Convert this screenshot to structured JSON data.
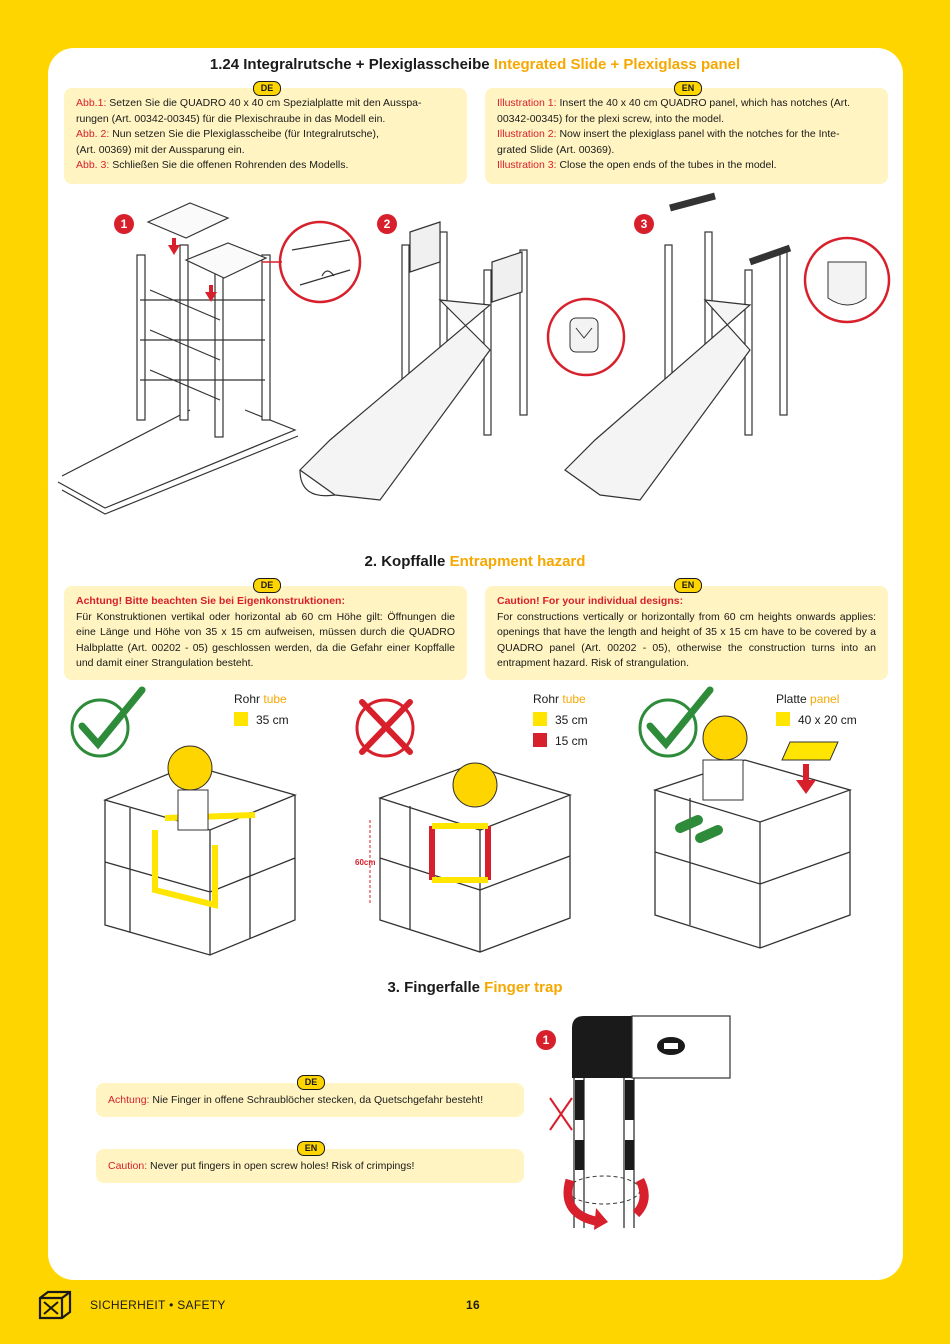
{
  "section1": {
    "title_de": "1.24 Integralrutsche + Plexiglasscheibe",
    "title_en": "Integrated Slide + Plexiglass panel",
    "de_tag": "DE",
    "en_tag": "EN",
    "de_lines": [
      {
        "label": "Abb.1:",
        "text": " Setzen Sie die QUADRO 40 x 40 cm Spezialplatte mit den Ausspa-"
      },
      {
        "label": "",
        "text": "rungen (Art. 00342-00345) für die Plexischraube in das Modell ein."
      },
      {
        "label": "Abb. 2:",
        "text": " Nun setzen Sie die Plexiglasscheibe (für Integralrutsche),"
      },
      {
        "label": "",
        "text": "(Art. 00369) mit der Aussparung ein."
      },
      {
        "label": "Abb. 3:",
        "text": " Schließen Sie die offenen Rohrenden des Modells."
      }
    ],
    "en_lines": [
      {
        "label": "Illustration 1:",
        "text": " Insert the 40 x 40 cm QUADRO panel, which has notches (Art."
      },
      {
        "label": "",
        "text": "00342-00345) for the plexi screw, into the model."
      },
      {
        "label": "Illustration 2:",
        "text": " Now insert the plexiglass panel with the notches for the Inte-"
      },
      {
        "label": "",
        "text": "grated Slide (Art. 00369)."
      },
      {
        "label": "Illustration 3:",
        "text": " Close the open ends of the tubes in the model."
      }
    ],
    "steps": [
      "1",
      "2",
      "3"
    ]
  },
  "section2": {
    "title_de": "2. Kopffalle",
    "title_en": "Entrapment hazard",
    "de_tag": "DE",
    "en_tag": "EN",
    "de_heading": "Achtung! Bitte beachten Sie bei Eigenkonstruktionen:",
    "de_body": "Für Konstruktionen vertikal oder horizontal ab 60 cm Höhe gilt: Öffnungen die eine Länge und Höhe von 35 x 15 cm aufweisen, müssen durch die QUADRO Halbplatte (Art. 00202 - 05) geschlossen werden, da die Gefahr einer Kopffalle und damit einer Strangulation besteht.",
    "en_heading": "Caution! For your individual designs:",
    "en_body": "For constructions vertically or horizontally from 60 cm heights onwards applies: openings that have the length and height of 35 x 15 cm have to be covered by a QUADRO panel (Art. 00202 - 05), otherwise the construction turns into an entrapment hazard. Risk of strangulation.",
    "legend1": {
      "title": "Rohr",
      "title_en": "tube",
      "items": [
        {
          "color": "#FFE500",
          "label": "35 cm"
        }
      ]
    },
    "legend2": {
      "title": "Rohr",
      "title_en": "tube",
      "items": [
        {
          "color": "#FFE500",
          "label": "35 cm"
        },
        {
          "color": "#D8202C",
          "label": "15 cm"
        }
      ]
    },
    "legend3": {
      "title": "Platte",
      "title_en": "panel",
      "items": [
        {
          "color": "#FFE500",
          "label": "40 x 20 cm"
        }
      ]
    },
    "height_label": "60cm"
  },
  "section3": {
    "title_de": "3. Fingerfalle",
    "title_en": "Finger trap",
    "de_tag": "DE",
    "en_tag": "EN",
    "de_label": "Achtung:",
    "de_text": " Nie Finger in offene Schraublöcher stecken, da Quetschgefahr besteht!",
    "en_label": "Caution:",
    "en_text": " Never put fingers in open screw holes! Risk of crimpings!",
    "step": "1"
  },
  "footer": {
    "label": "SICHERHEIT • SAFETY",
    "page": "16"
  },
  "colors": {
    "accent": "#F6A800",
    "red": "#D8202C",
    "yellow": "#FFD500",
    "box": "#FFF4C2"
  }
}
